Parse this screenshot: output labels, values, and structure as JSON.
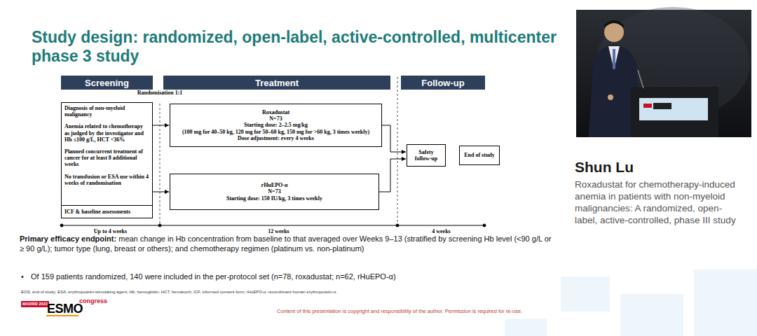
{
  "diagram": {
    "title": "Study design: randomized, open-label, active-controlled, multicenter phase 3 study",
    "nodes": [
      {
        "text": [
          "Screening"
        ]
      },
      {
        "text": [
          "Treatment"
        ]
      },
      {
        "text": [
          "Follow-up"
        ]
      },
      {
        "text": [
          "Diagnosis of non-myeloid malignancy",
          "Anemia related to chemotherapy as judged by the investigator and Hb ≤100 g/L, HCT <36%",
          "Planned concurrent treatment of cancer for at least 8 additional weeks",
          "No transfusion or ESA use within 4 weeks of randomisation"
        ]
      },
      {
        "text": [
          "ICF & baseline assessments"
        ]
      },
      {
        "text": [
          "Roxadustat",
          "N=73",
          "Starting dose: 2–2.5 mg/kg",
          "(100 mg for 40–50 kg, 120 mg for 50–60 kg, 150 mg for >60 kg, 3 times weekly)",
          "Dose adjustment: every 4 weeks"
        ]
      },
      {
        "text": [
          "rHuEPO-α",
          "N=73",
          "Starting dose: 150 IU/kg, 3 times weekly"
        ]
      },
      {
        "text": [
          "Safety follow-up"
        ]
      },
      {
        "text": [
          "End of study"
        ]
      }
    ],
    "edges": [
      {
        "from": 3,
        "to": 5,
        "arrow": "to"
      },
      {
        "from": 3,
        "to": 6,
        "arrow": "to"
      },
      {
        "from": 5,
        "to": 7,
        "arrow": "to"
      },
      {
        "from": 6,
        "to": 7,
        "arrow": "to"
      }
    ],
    "labels": [
      "Randomisation 1:1",
      "Up to 4 weeks",
      "12 weeks",
      "4 weeks",
      "Primary efficacy endpoint:",
      "mean change in Hb concentration from baseline to that averaged over Weeks 9–13 (stratified by screening Hb level (<90 g/L or ≥ 90 g/L); tumor type (lung, breast or others); and chemotherapy regimen (platinum vs. non-platinum)",
      "•",
      "Of 159 patients randomized, 140 were included in the per-protocol set (n=78, roxadustat; n=62, rHuEPO-α)",
      "EOS, end of study; ESA, erythropoietin-stimulating agent; Hb, hemoglobin; HCT, hematocrit; ICF, informed consent form; rHuEPO-α, recombinant human erythropoietin-α.",
      "MADRID 2023",
      "ESMO",
      "congress",
      "Content of this presentation is copyright and responsibility of the author. Permission is required for re-use.",
      "Shun Lu",
      "Roxadustat for chemotherapy-induced anemia in patients with non-myeloid malignancies: A randomized, open-label, active-controlled, phase III study"
    ]
  }
}
